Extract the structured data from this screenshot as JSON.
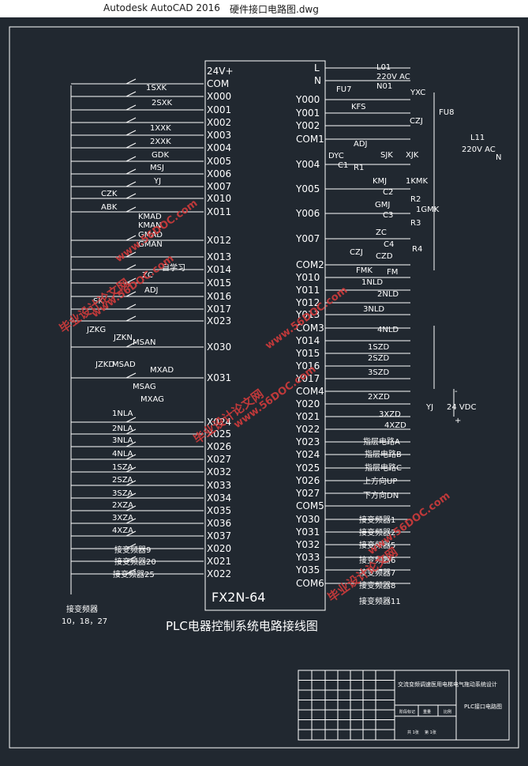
{
  "window": {
    "app_title": "Autodesk AutoCAD 2016",
    "file_name": "硬件接口电路图.dwg"
  },
  "drawing": {
    "plc_model": "FX2N-64",
    "caption": "PLC电器控制系统电路接线图",
    "left_terminals": [
      "24V+",
      "COM",
      "X000",
      "X001",
      "X002",
      "X003",
      "X004",
      "X005",
      "X006",
      "X007",
      "X010",
      "X011",
      "X012",
      "X013",
      "X014",
      "X015",
      "X016",
      "X017",
      "X023",
      "X030",
      "X031",
      "X024",
      "X025",
      "X026",
      "X027",
      "X032",
      "X033",
      "X034",
      "X035",
      "X036",
      "X037",
      "X020",
      "X021",
      "X022"
    ],
    "right_terminals": [
      "L",
      "N",
      "Y000",
      "Y001",
      "Y002",
      "COM1",
      "Y004",
      "Y005",
      "Y006",
      "Y007",
      "COM2",
      "Y010",
      "Y011",
      "Y012",
      "Y013",
      "COM3",
      "Y014",
      "Y015",
      "Y016",
      "Y017",
      "COM4",
      "Y020",
      "Y021",
      "Y022",
      "Y023",
      "Y024",
      "Y025",
      "Y026",
      "Y027",
      "COM5",
      "Y030",
      "Y031",
      "Y032",
      "Y033",
      "Y035",
      "COM6"
    ],
    "input_labels": [
      "1SXK",
      "2SXK",
      "1XXK",
      "2XXK",
      "GDK",
      "MSJ",
      "YJ",
      "CZK",
      "ABK",
      "KMAD",
      "KMAN",
      "GMAD",
      "GMAN",
      "自学习",
      "ZC",
      "ADJ",
      "SK",
      "JZKG",
      "JZKN",
      "MSAN",
      "JZKD",
      "MSAD",
      "MXAD",
      "MSAG",
      "MXAG",
      "1NLA",
      "2NLA",
      "3NLA",
      "4NLA",
      "1SZA",
      "2SZA",
      "3SZA",
      "2XZA",
      "3XZA",
      "4XZA",
      "接变频器9",
      "接变频器20",
      "接变频器25",
      "接变频器",
      "10，18，27"
    ],
    "output_labels": [
      "L01",
      "220V AC",
      "N01",
      "FU7",
      "YXC",
      "KFS",
      "FU8",
      "CZJ",
      "L11",
      "220V AC",
      "N",
      "ADJ",
      "DYC",
      "C1",
      "R1",
      "SJK",
      "XJK",
      "KMJ",
      "1KMK",
      "C2",
      "R2",
      "GMJ",
      "1GMK",
      "C3",
      "R3",
      "ZC",
      "C4",
      "R4",
      "CZJ",
      "CZD",
      "FMK",
      "FM",
      "1NLD",
      "2NLD",
      "3NLD",
      "4NLD",
      "1SZD",
      "2SZD",
      "3SZD",
      "2XZD",
      "3XZD",
      "4XZD",
      "YJ",
      "24 VDC",
      "-",
      "+",
      "指层电路A",
      "指层电路B",
      "指层电路C",
      "上方向UP",
      "下方向DN",
      "接变频器1",
      "接变频器2",
      "接变频器5",
      "接变频器6",
      "接变频器7",
      "接变频器8",
      "接变频器11"
    ],
    "title_block": {
      "project": "交流变频调速医用电梯电气拖动系统设计",
      "sheet_name": "PLC接口电路图",
      "cells": [
        "阶段标记",
        "重量",
        "比例",
        "共 1张",
        "第 1张"
      ]
    },
    "watermark": [
      "毕业设计论文网",
      "www.56DOC.com"
    ]
  }
}
